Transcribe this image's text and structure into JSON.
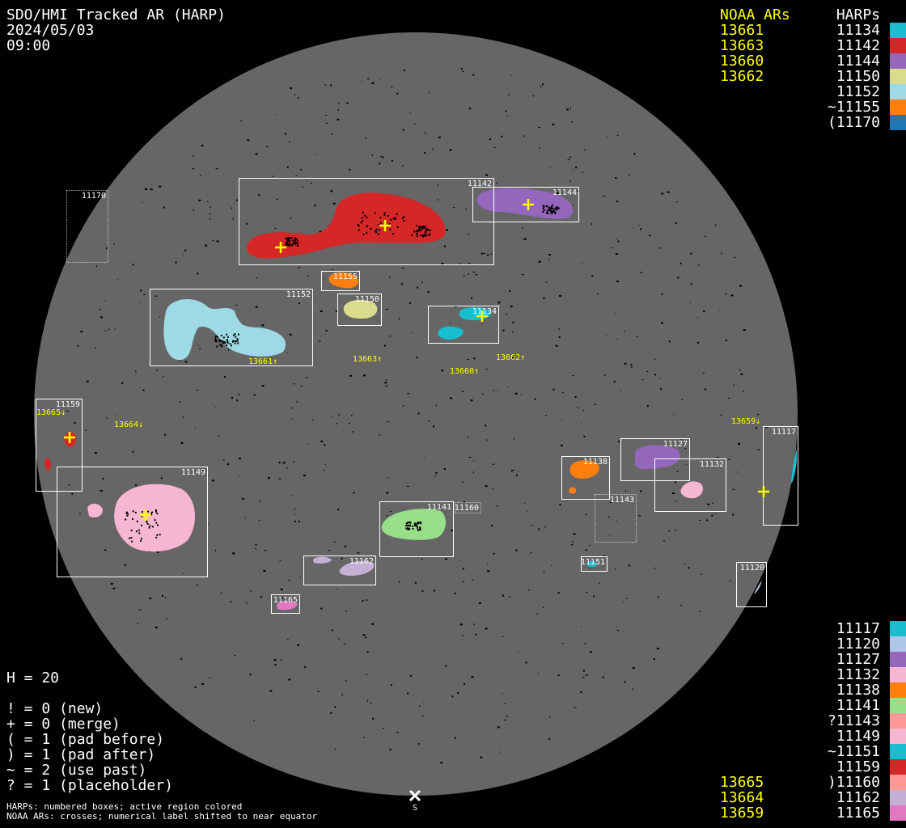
{
  "header": {
    "title": "SDO/HMI Tracked AR (HARP)",
    "date": "2024/05/03",
    "time": "09:00"
  },
  "top_legend": {
    "noaa_header": "NOAA ARs",
    "harp_header": "HARPs",
    "rows": [
      {
        "noaa": "13661",
        "harp": "11134",
        "color": "#17becf"
      },
      {
        "noaa": "13663",
        "harp": "11142",
        "color": "#d62728"
      },
      {
        "noaa": "13660",
        "harp": "11144",
        "color": "#9467bd"
      },
      {
        "noaa": "13662",
        "harp": "11150",
        "color": "#dbdb8d"
      },
      {
        "noaa": "",
        "harp": "11152",
        "color": "#9edae5"
      },
      {
        "noaa": "",
        "harp": "~11155",
        "color": "#ff7f0e"
      },
      {
        "noaa": "",
        "harp": "(11170",
        "color": "#1f77b4"
      }
    ]
  },
  "bottom_legend": {
    "rows": [
      {
        "noaa": "",
        "harp": "11117",
        "color": "#17becf"
      },
      {
        "noaa": "",
        "harp": "11120",
        "color": "#aec7e8"
      },
      {
        "noaa": "",
        "harp": "11127",
        "color": "#9467bd"
      },
      {
        "noaa": "",
        "harp": "11132",
        "color": "#f7b6d2"
      },
      {
        "noaa": "",
        "harp": "11138",
        "color": "#ff7f0e"
      },
      {
        "noaa": "",
        "harp": "11141",
        "color": "#98df8a"
      },
      {
        "noaa": "",
        "harp": "?11143",
        "color": "#ff9896"
      },
      {
        "noaa": "",
        "harp": "11149",
        "color": "#f7b6d2"
      },
      {
        "noaa": "",
        "harp": "~11151",
        "color": "#17becf"
      },
      {
        "noaa": "",
        "harp": "11159",
        "color": "#d62728"
      },
      {
        "noaa": "13665",
        "harp": ")11160",
        "color": "#ff9896"
      },
      {
        "noaa": "13664",
        "harp": "11162",
        "color": "#c5b0d5"
      },
      {
        "noaa": "13659",
        "harp": "11165",
        "color": "#e377c2"
      }
    ]
  },
  "stats": {
    "h": "H = 20",
    "lines": [
      "! = 0 (new)",
      "+ = 0 (merge)",
      "( = 1 (pad before)",
      ") = 1 (pad after)",
      "~ = 2 (use past)",
      "? = 1 (placeholder)"
    ]
  },
  "footer": {
    "line1": "HARPs: numbered boxes; active region colored",
    "line2": "NOAA ARs: crosses; numerical label shifted to near equator"
  },
  "south_marker": "S",
  "disk_color": "#666666",
  "harps": [
    {
      "id": "11170",
      "dotted": true
    },
    {
      "id": "11142"
    },
    {
      "id": "11144"
    },
    {
      "id": "11155"
    },
    {
      "id": "11150"
    },
    {
      "id": "11152"
    },
    {
      "id": "11134"
    },
    {
      "id": "11159"
    },
    {
      "id": "11149"
    },
    {
      "id": "11141"
    },
    {
      "id": "11160",
      "dotted": true
    },
    {
      "id": "11162"
    },
    {
      "id": "11165"
    },
    {
      "id": "11138"
    },
    {
      "id": "11127"
    },
    {
      "id": "11132"
    },
    {
      "id": "11143",
      "dotted": true
    },
    {
      "id": "11151"
    },
    {
      "id": "11117"
    },
    {
      "id": "11120"
    }
  ],
  "noaa_labels": [
    "13661↑",
    "13663↑",
    "13660↑",
    "13662↑",
    "13665↓",
    "13664↓",
    "13659↓"
  ]
}
